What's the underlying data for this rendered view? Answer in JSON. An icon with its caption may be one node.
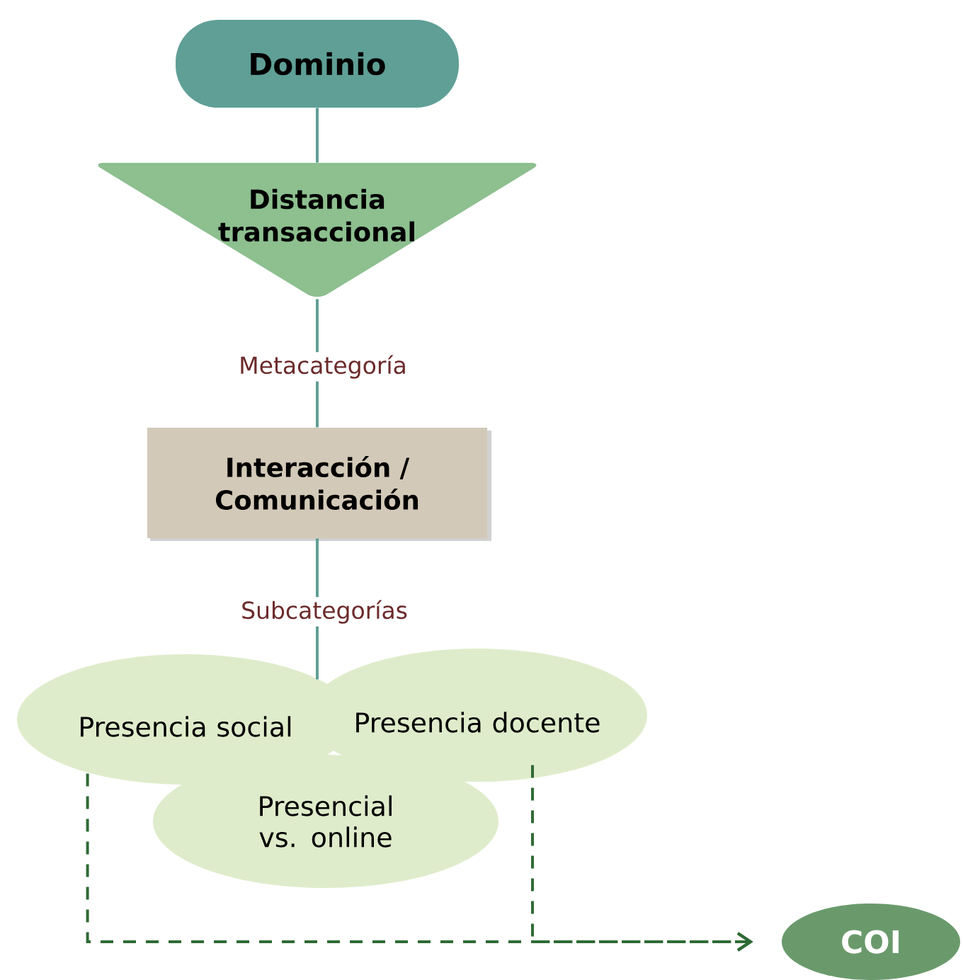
{
  "diagram": {
    "nodes": [
      {
        "text": [
          "Dominio"
        ]
      },
      {
        "text": [
          "Distancia transaccional"
        ]
      },
      {
        "text": [
          "Interacción / Comunicación"
        ]
      },
      {
        "text": [
          "Presencia social"
        ]
      },
      {
        "text": [
          "Presencia docente"
        ]
      },
      {
        "text": [
          "Presencial vs. online"
        ]
      },
      {
        "text": [
          "COI"
        ]
      }
    ],
    "edges": [
      {
        "from": 0,
        "to": 1,
        "arrow": "none"
      },
      {
        "from": 1,
        "to": 2,
        "arrow": "none",
        "label": "Metacategoría"
      },
      {
        "from": 2,
        "to": 3,
        "arrow": "none",
        "label": "Subcategorías"
      },
      {
        "from": 2,
        "to": 4,
        "arrow": "none"
      },
      {
        "from": 3,
        "to": 6,
        "arrow": "to",
        "style": "dashed",
        "color": "#2f6b35"
      },
      {
        "from": 4,
        "to": 6,
        "arrow": "to",
        "style": "dashed",
        "color": "#2f6b35"
      }
    ]
  }
}
